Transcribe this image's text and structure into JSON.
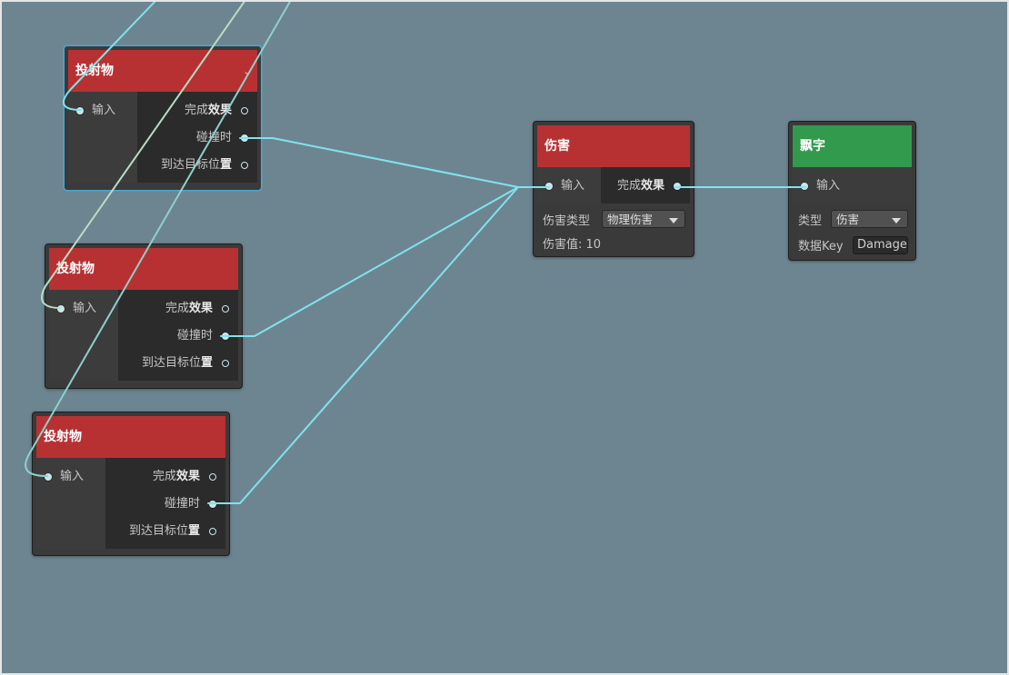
{
  "projectile_node": {
    "title": "投射物",
    "input_label": "输入",
    "complete_prefix": "完成",
    "complete_bold": "效果",
    "collision_label": "碰撞时",
    "arrive_prefix": "到达目标位",
    "arrive_bold": "置"
  },
  "damage_node": {
    "title": "伤害",
    "input_label": "输入",
    "complete_prefix": "完成",
    "complete_bold": "效果",
    "damage_type_label": "伤害类型",
    "damage_type_value": "物理伤害",
    "damage_value_label": "伤害值: 10"
  },
  "floating_text_node": {
    "title": "飘字",
    "input_label": "输入",
    "type_label": "类型",
    "type_value": "伤害",
    "key_label": "数据Key",
    "key_value": "Damage"
  },
  "colors": {
    "canvas": "#6d8591",
    "wire": "#7fe3ec",
    "projectile_header": "#b73133",
    "floating_header": "#329a4c",
    "selection": "#47a9d1"
  }
}
